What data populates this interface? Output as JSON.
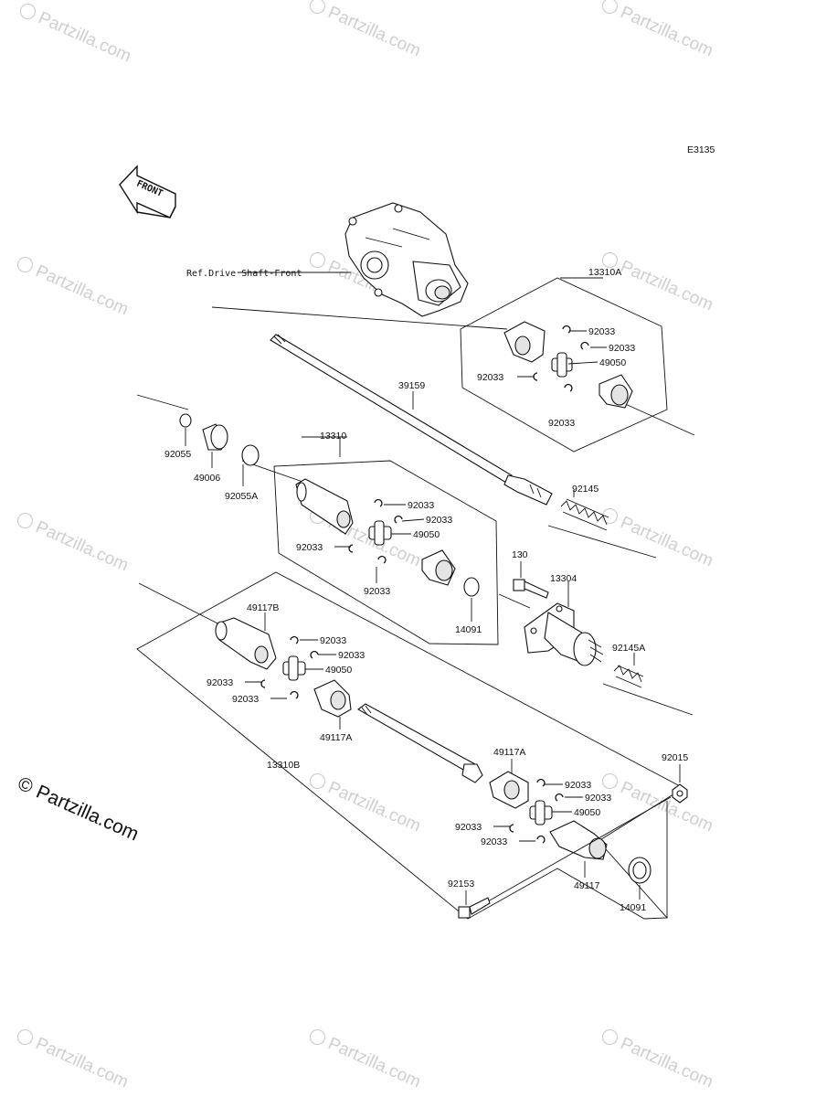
{
  "diagram_code": "E3135",
  "front_label": "FRONT",
  "reference_label": "Ref.Drive Shaft-Front",
  "watermark_text": "Partzilla.com",
  "brand_mark": {
    "symbol": "©",
    "text": "Partzilla.com"
  },
  "parts": {
    "p13310A": "13310A",
    "p39159": "39159",
    "p13310": "13310",
    "p92055": "92055",
    "p49006": "49006",
    "p92055A": "92055A",
    "p92145": "92145",
    "p130": "130",
    "p13304": "13304",
    "p14091a": "14091",
    "p92145A": "92145A",
    "p49117B": "49117B",
    "p49117A_a": "49117A",
    "p13310B": "13310B",
    "p49117A_b": "49117A",
    "p92015": "92015",
    "p49117": "49117",
    "p14091b": "14091",
    "p92153": "92153",
    "a_92033_1": "92033",
    "a_92033_2": "92033",
    "a_49050": "49050",
    "a_92033_3": "92033",
    "a_92033_4": "92033",
    "b_92033_1": "92033",
    "b_92033_2": "92033",
    "b_49050": "49050",
    "b_92033_3": "92033",
    "b_92033_4": "92033",
    "c_92033_1": "92033",
    "c_92033_2": "92033",
    "c_49050": "49050",
    "c_92033_3": "92033",
    "c_92033_4": "92033",
    "d_92033_1": "92033",
    "d_92033_2": "92033",
    "d_49050": "49050",
    "d_92033_3": "92033",
    "d_92033_4": "92033"
  }
}
